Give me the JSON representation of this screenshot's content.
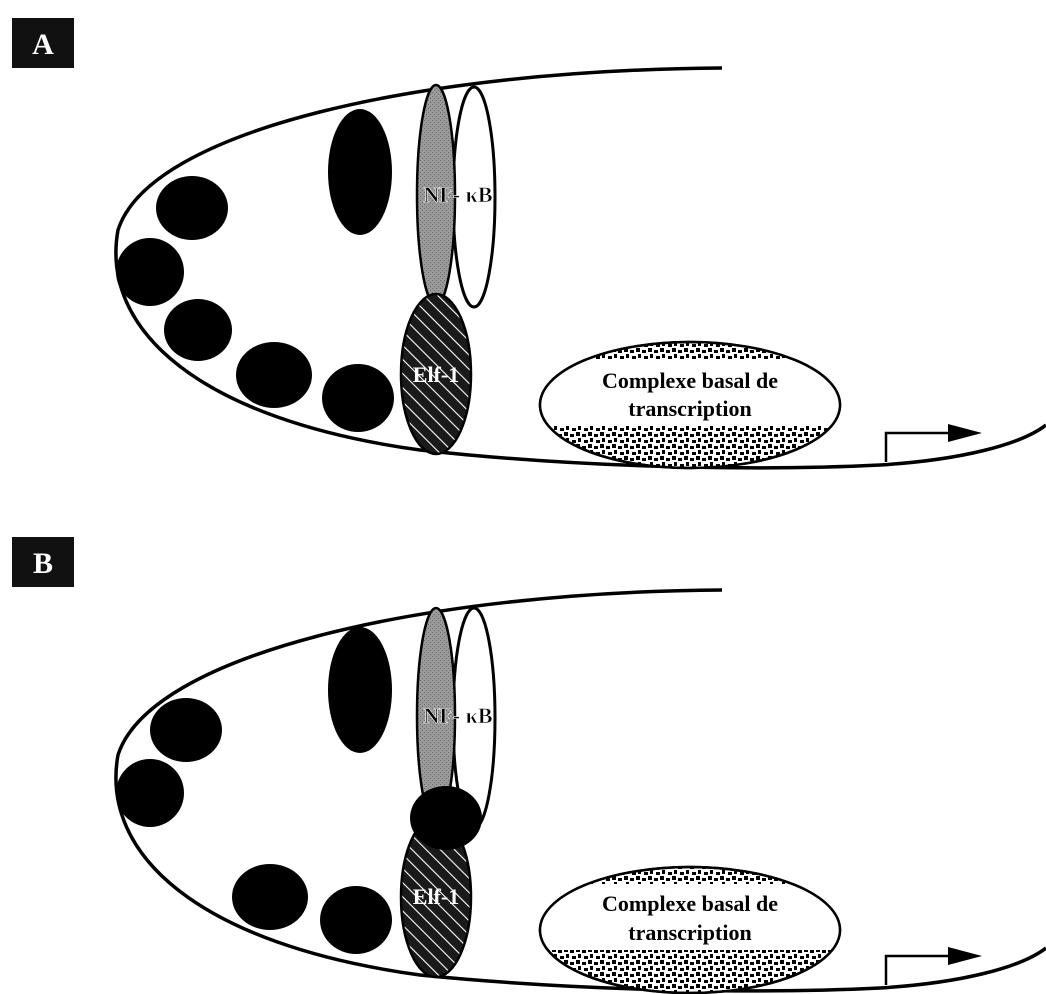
{
  "panels": [
    {
      "label": "A",
      "nfkb_label": "NF- κB",
      "elf1_label": "Elf-1",
      "complex_line1": "Complexe basal de",
      "complex_line2": "transcription"
    },
    {
      "label": "B",
      "nfkb_label": "NF- κB",
      "elf1_label": "Elf-1",
      "complex_line1": "Complexe basal de",
      "complex_line2": "transcription"
    }
  ],
  "colors": {
    "background": "#ffffff",
    "ink": "#000000",
    "nfkb_shade": "#8a8a8a",
    "label_box": "#111111"
  }
}
